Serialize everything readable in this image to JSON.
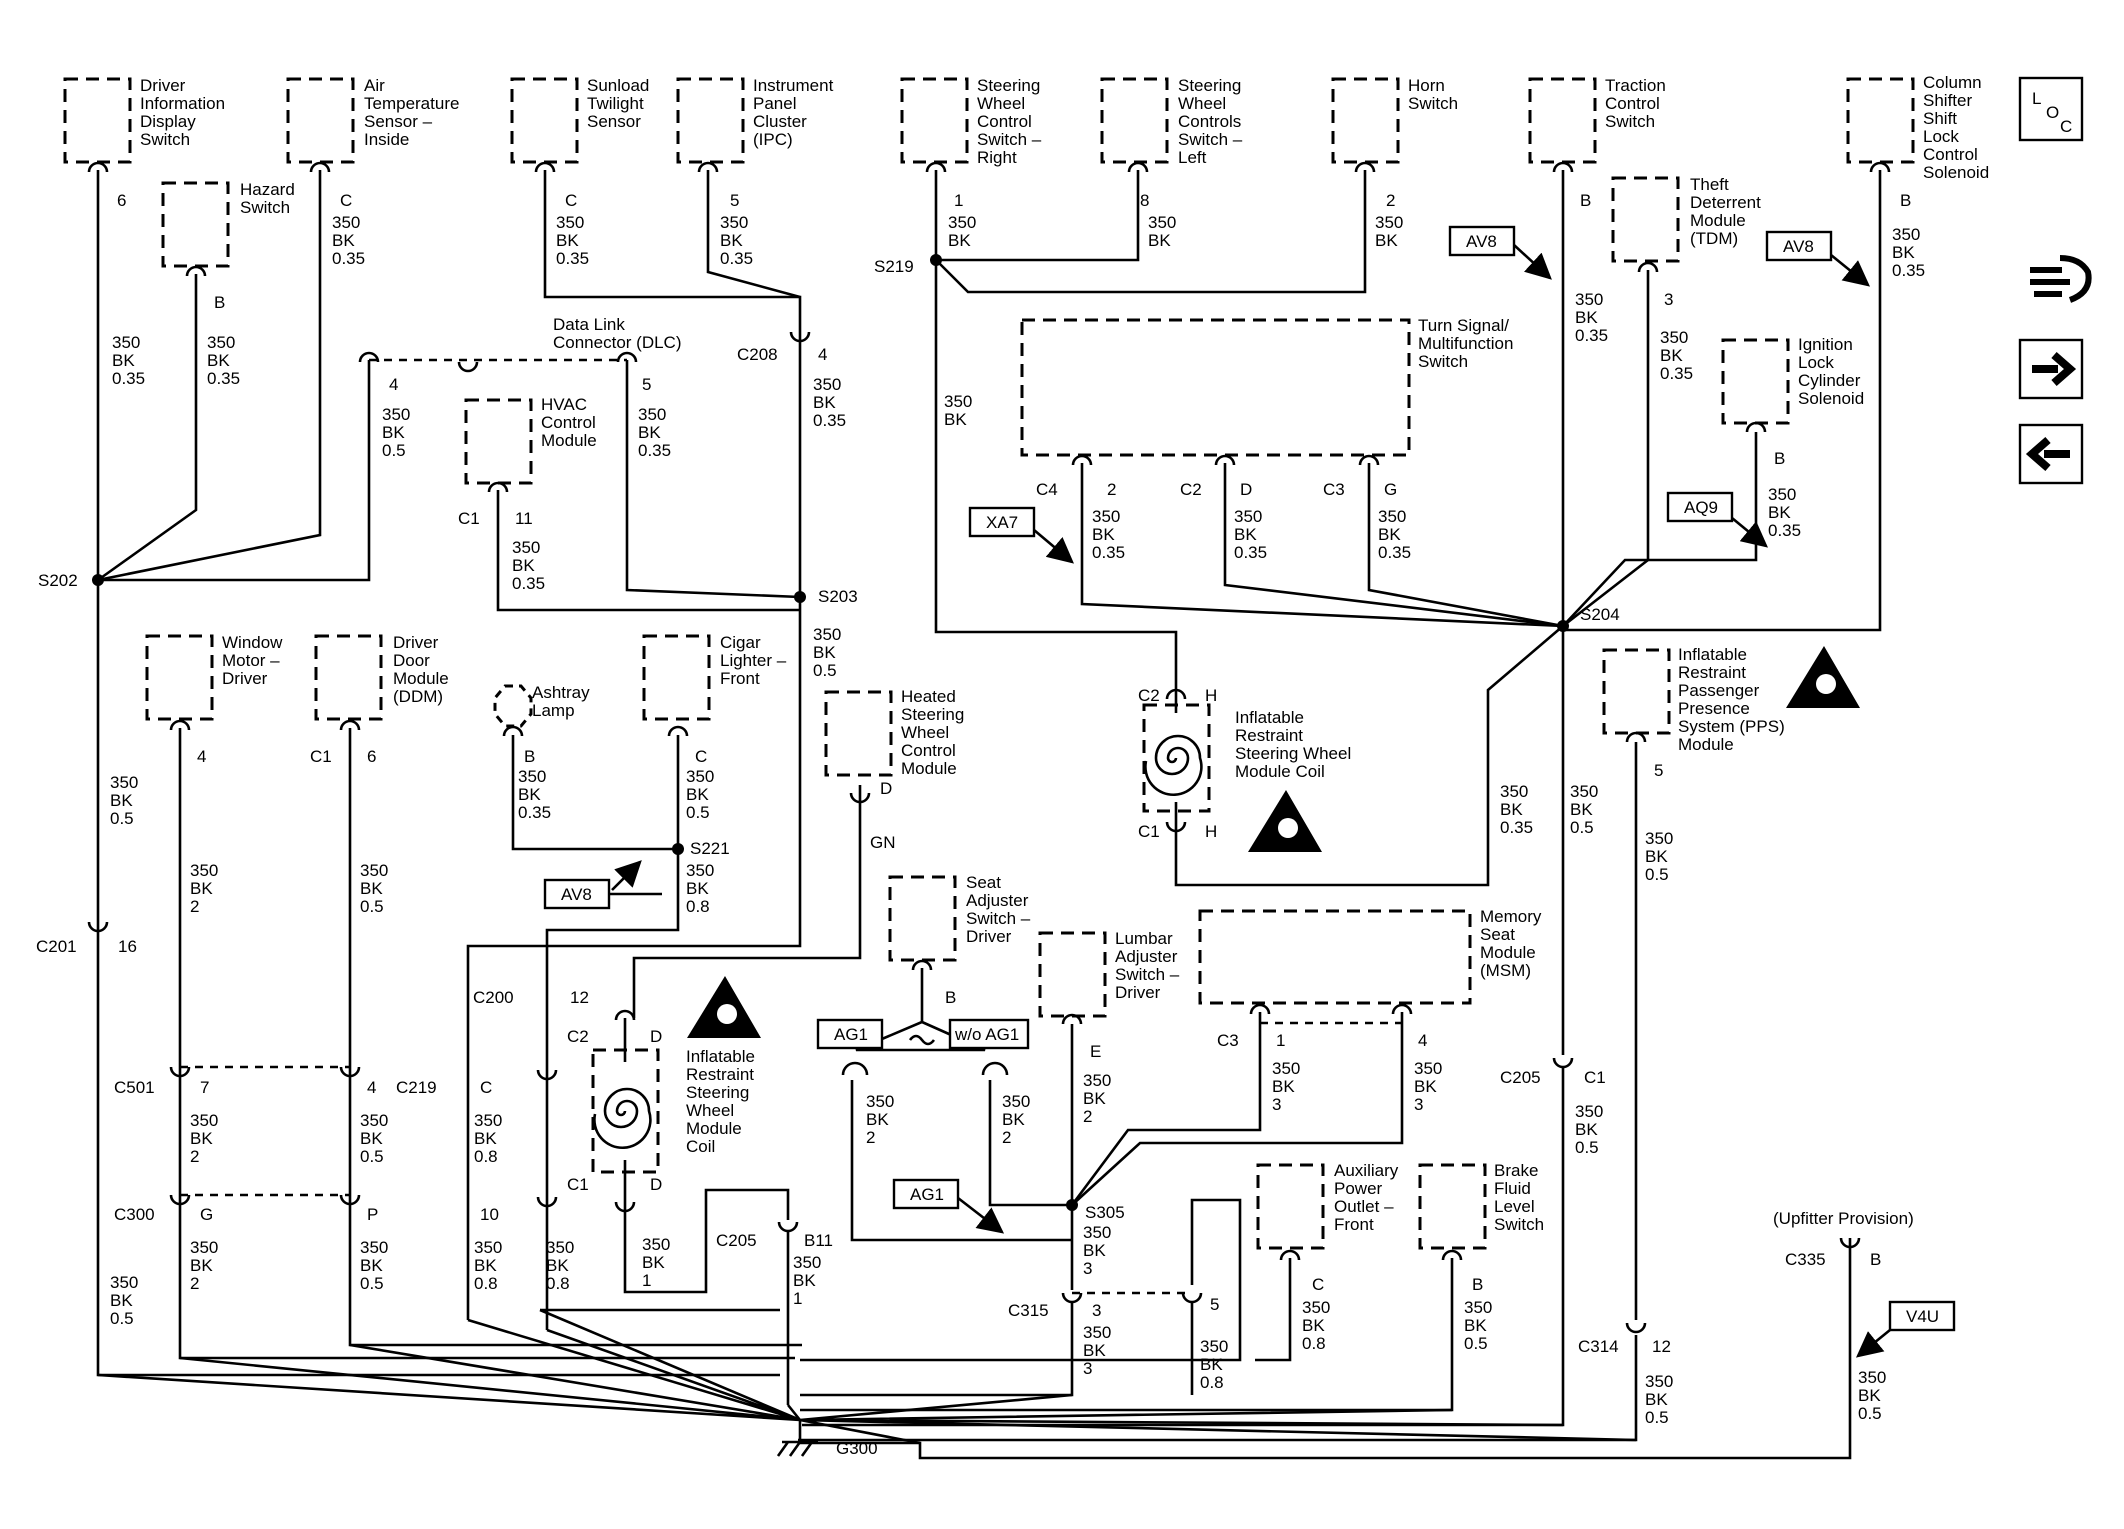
{
  "components": [
    {
      "id": "dids",
      "label": [
        "Driver",
        "Information",
        "Display",
        "Switch"
      ],
      "pin": "6"
    },
    {
      "id": "hazard",
      "label": [
        "Hazard",
        "Switch"
      ],
      "pin": "B"
    },
    {
      "id": "ats",
      "label": [
        "Air",
        "Temperature",
        "Sensor –",
        "Inside"
      ],
      "pin": "C"
    },
    {
      "id": "sunload",
      "label": [
        "Sunload",
        "Twilight",
        "Sensor"
      ],
      "pin": "C"
    },
    {
      "id": "ipc",
      "label": [
        "Instrument",
        "Panel",
        "Cluster",
        "(IPC)"
      ],
      "pin": "5"
    },
    {
      "id": "swcr",
      "label": [
        "Steering",
        "Wheel",
        "Control",
        "Switch –",
        "Right"
      ],
      "pin": "1"
    },
    {
      "id": "swcl",
      "label": [
        "Steering",
        "Wheel",
        "Controls",
        "Switch –",
        "Left"
      ],
      "pin": "8"
    },
    {
      "id": "horn",
      "label": [
        "Horn",
        "Switch"
      ],
      "pin": "2"
    },
    {
      "id": "traction",
      "label": [
        "Traction",
        "Control",
        "Switch"
      ],
      "pin": "B"
    },
    {
      "id": "column",
      "label": [
        "Column",
        "Shifter",
        "Shift",
        "Lock",
        "Control",
        "Solenoid"
      ],
      "pin": "B"
    },
    {
      "id": "tdm",
      "label": [
        "Theft",
        "Deterrent",
        "Module",
        "(TDM)"
      ],
      "pin": "3"
    },
    {
      "id": "ignition",
      "label": [
        "Ignition",
        "Lock",
        "Cylinder",
        "Solenoid"
      ],
      "pin": "B"
    },
    {
      "id": "dlc",
      "label": [
        "Data Link",
        "Connector (DLC)"
      ],
      "pins": [
        "4",
        "5"
      ]
    },
    {
      "id": "hvac",
      "label": [
        "HVAC",
        "Control",
        "Module"
      ],
      "pin": "11",
      "conn": "C1"
    },
    {
      "id": "turn",
      "label": [
        "Turn Signal/",
        "Multifunction",
        "Switch"
      ]
    },
    {
      "id": "window",
      "label": [
        "Window",
        "Motor –",
        "Driver"
      ],
      "pin": "4"
    },
    {
      "id": "ddm",
      "label": [
        "Driver",
        "Door",
        "Module",
        "(DDM)"
      ],
      "pin": "6",
      "conn": "C1"
    },
    {
      "id": "ashtray",
      "label": [
        "Ashtray",
        "Lamp"
      ],
      "pin": "B"
    },
    {
      "id": "cigar",
      "label": [
        "Cigar",
        "Lighter –",
        "Front"
      ],
      "pin": "C"
    },
    {
      "id": "heated",
      "label": [
        "Heated",
        "Steering",
        "Wheel",
        "Control",
        "Module"
      ],
      "pin": "D"
    },
    {
      "id": "coil1",
      "label": [
        "Inflatable",
        "Restraint",
        "Steering Wheel",
        "Module Coil"
      ]
    },
    {
      "id": "pps",
      "label": [
        "Inflatable",
        "Restraint",
        "Passenger",
        "Presence",
        "System (PPS)",
        "Module"
      ],
      "pin": "5"
    },
    {
      "id": "seat",
      "label": [
        "Seat",
        "Adjuster",
        "Switch –",
        "Driver"
      ],
      "pin": "B"
    },
    {
      "id": "lumbar",
      "label": [
        "Lumbar",
        "Adjuster",
        "Switch –",
        "Driver"
      ],
      "pin": "E"
    },
    {
      "id": "msm",
      "label": [
        "Memory",
        "Seat",
        "Module",
        "(MSM)"
      ]
    },
    {
      "id": "coil2",
      "label": [
        "Inflatable",
        "Restraint",
        "Steering",
        "Wheel",
        "Module",
        "Coil"
      ]
    },
    {
      "id": "aux",
      "label": [
        "Auxiliary",
        "Power",
        "Outlet –",
        "Front"
      ],
      "pin": "C"
    },
    {
      "id": "brake",
      "label": [
        "Brake",
        "Fluid",
        "Level",
        "Switch"
      ],
      "pin": "B"
    }
  ],
  "nodes": [
    "S202",
    "S203",
    "S204",
    "S219",
    "S221",
    "S305",
    "G300"
  ],
  "connectors": [
    "C201",
    "C208",
    "C200",
    "C219",
    "C300",
    "C501",
    "C205",
    "C314",
    "C315",
    "C335"
  ],
  "options": [
    "AV8",
    "AV8",
    "AV8",
    "XA7",
    "AQ9",
    "AG1",
    "AG1",
    "w/o AG1",
    "V4U"
  ],
  "other_text": {
    "upfitter": "(Upfitter Provision)",
    "gn": "GN"
  },
  "nav_icons": [
    "loc-icon",
    "component-locator-icon",
    "next-page-arrow-icon",
    "previous-page-arrow-icon"
  ]
}
